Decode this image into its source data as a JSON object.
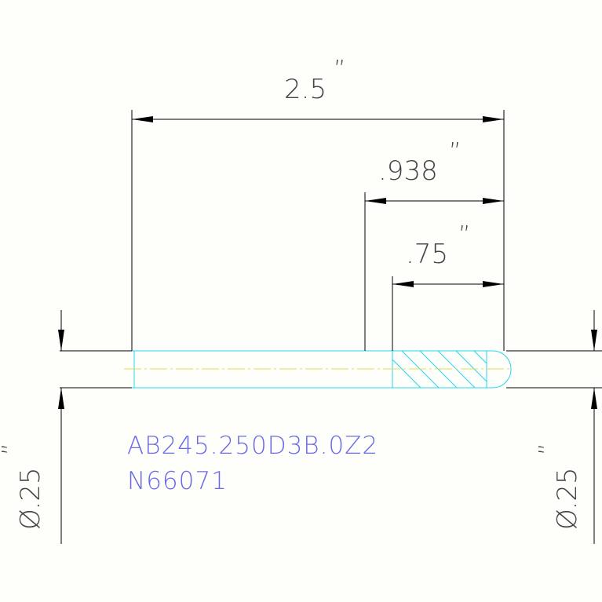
{
  "drawing": {
    "background": "#fefffa",
    "colors": {
      "dimension": "#000000",
      "part_outline": "#26d4f0",
      "centerline": "#e8d850",
      "part_number_text": "#6a6ae8",
      "dimension_text": "#444444"
    },
    "dimensions": {
      "overall_length": {
        "value": "2.5",
        "unit": "”"
      },
      "thread_length": {
        "value": ".938",
        "unit": "”"
      },
      "hatched_length": {
        "value": ".75",
        "unit": "”"
      },
      "diameter_left": {
        "value": "Ø.25",
        "unit": "”"
      },
      "diameter_right": {
        "value": "Ø.25",
        "unit": "”"
      }
    },
    "part_number": {
      "line1": "AB245.250D3B.0Z2",
      "line2": "N66071"
    }
  }
}
